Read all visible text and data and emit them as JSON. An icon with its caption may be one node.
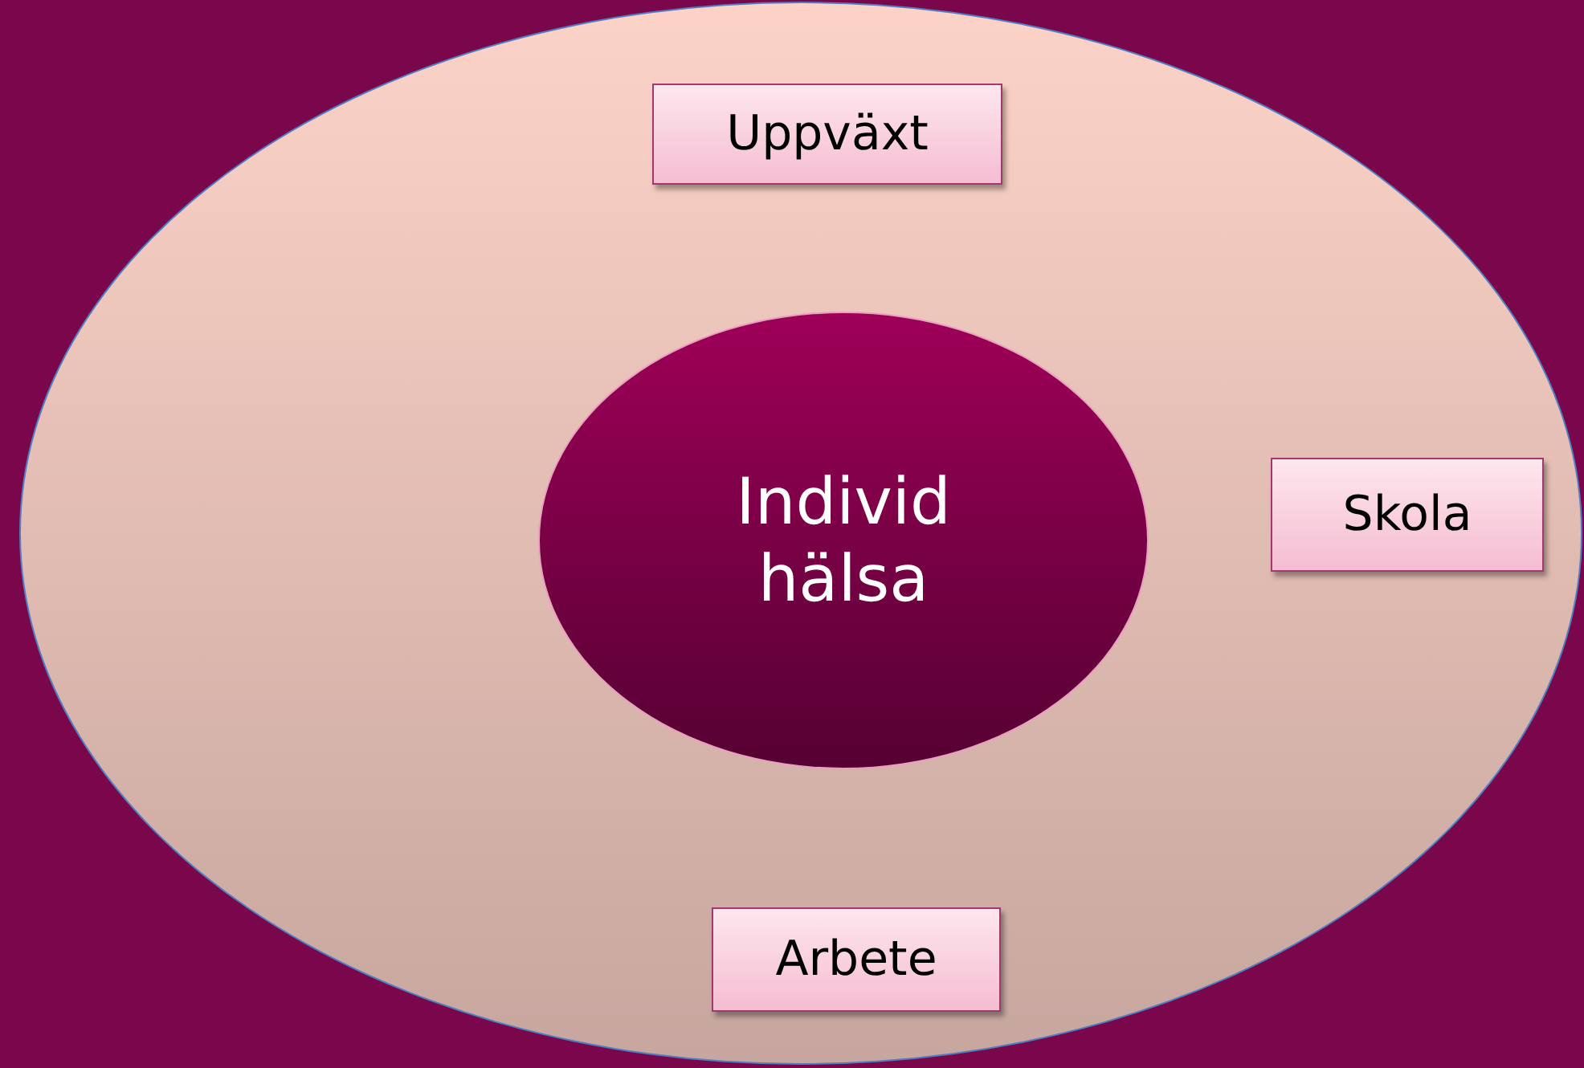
{
  "diagram": {
    "nodes": [
      {
        "text": [],
        "shape": "ellipse"
      },
      {
        "text": [
          "Uppväxt"
        ],
        "in": 0
      },
      {
        "text": [
          "Individ hälsa"
        ],
        "in": 0
      },
      {
        "text": [
          "Skola"
        ],
        "in": 0
      },
      {
        "text": [
          "Arbete"
        ],
        "in": 0
      }
    ]
  }
}
